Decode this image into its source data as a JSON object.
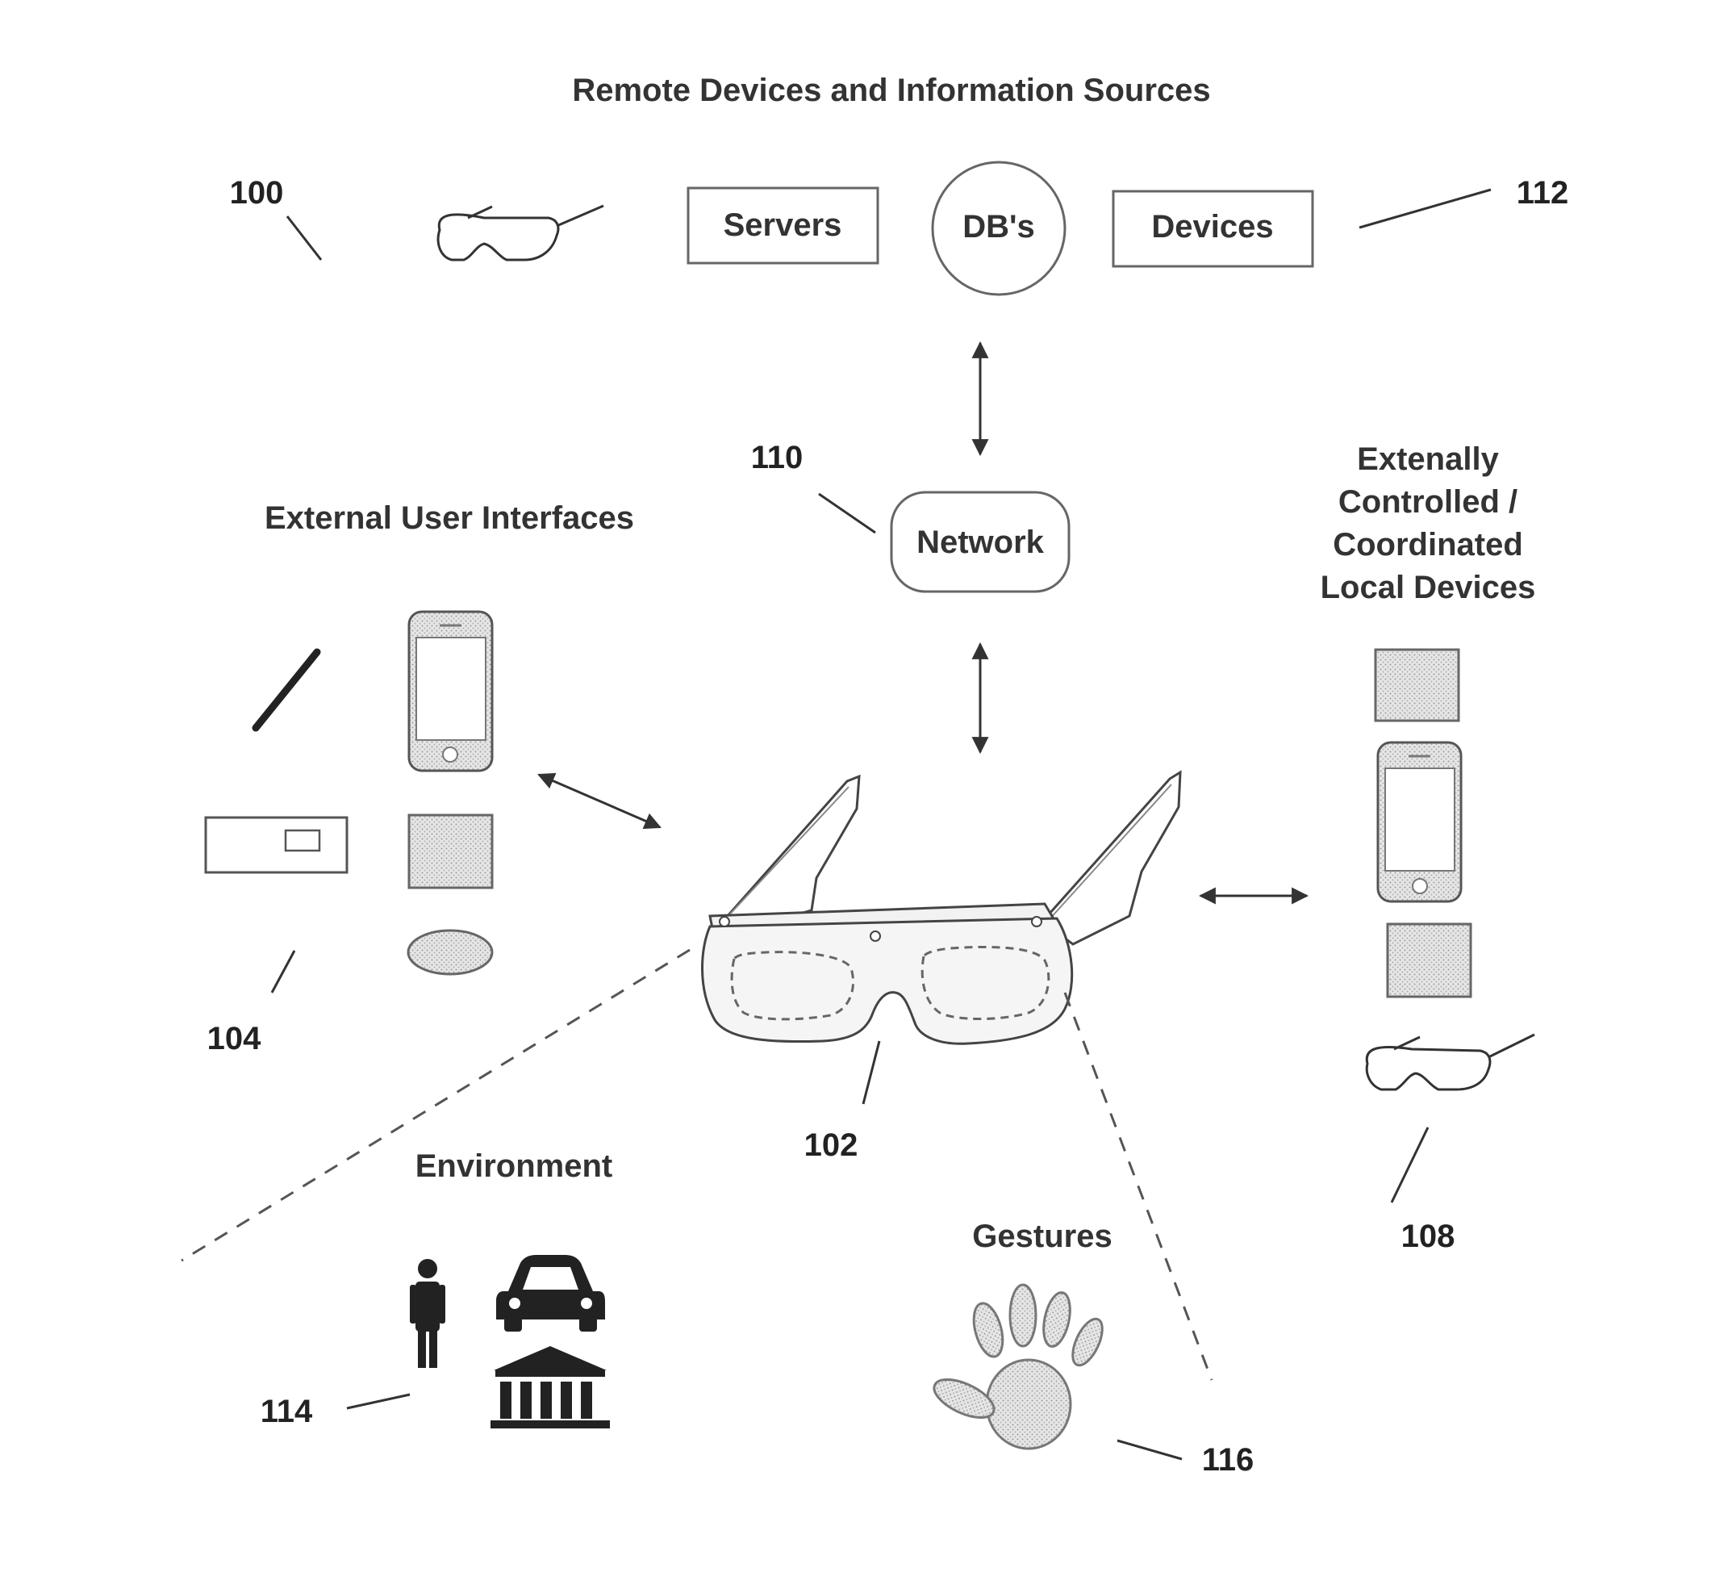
{
  "diagram": {
    "title": "Remote Devices and Information Sources",
    "nodes": {
      "servers": "Servers",
      "dbs": "DB's",
      "devices": "Devices",
      "network": "Network"
    },
    "section_labels": {
      "external_ui": "External User Interfaces",
      "local_devices": [
        "Extenally",
        "Controlled /",
        "Coordinated",
        "Local Devices"
      ],
      "environment": "Environment",
      "gestures": "Gestures"
    },
    "refs": {
      "r100": "100",
      "r102": "102",
      "r104": "104",
      "r108": "108",
      "r110": "110",
      "r112": "112",
      "r114": "114",
      "r116": "116"
    },
    "icons": [
      "small-glasses-icon",
      "stylus-icon",
      "smartphone-icon",
      "keyboard-icon",
      "tablet-icon",
      "mouse-icon",
      "main-eyewear-icon",
      "person-icon",
      "car-icon",
      "building-icon",
      "hand-icon"
    ],
    "colors": {
      "stroke": "#333333",
      "fill_pattern": "#d8d8d8"
    }
  }
}
